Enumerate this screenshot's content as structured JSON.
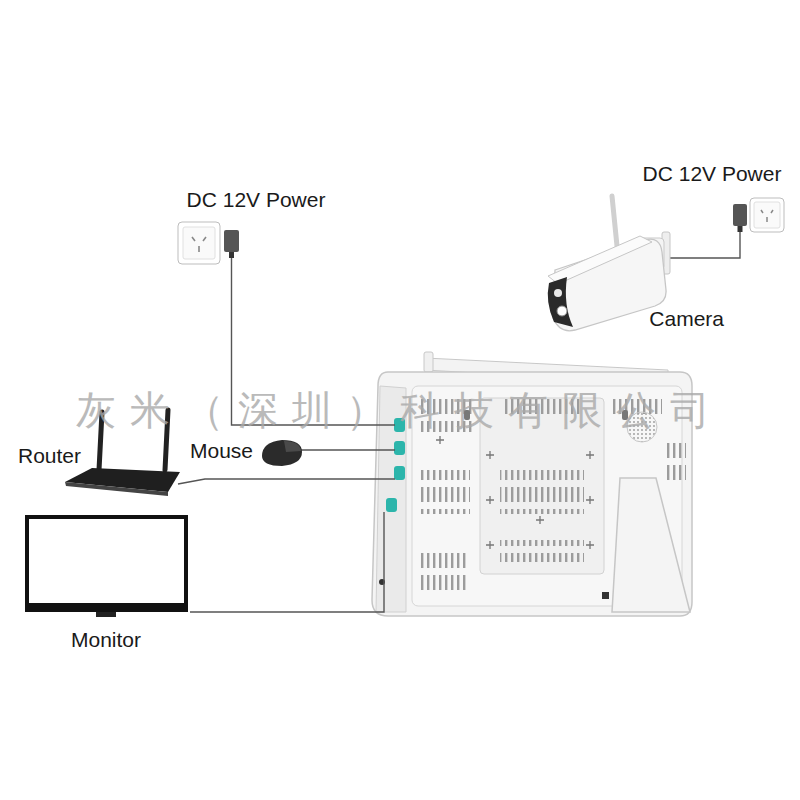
{
  "diagram": {
    "nodes": [
      {
        "text": [
          "DC 12V Power"
        ]
      },
      {
        "text": [
          "DC 12V Power"
        ]
      },
      {
        "text": [
          "Camera"
        ]
      },
      {
        "text": [
          "Router"
        ]
      },
      {
        "text": [
          "Mouse"
        ]
      },
      {
        "text": [
          "Monitor"
        ]
      }
    ],
    "edges": [
      {
        "from": 2,
        "to": 1,
        "arrow": "none"
      }
    ],
    "labels": [
      "灰米（深圳）科技有限公司"
    ]
  }
}
